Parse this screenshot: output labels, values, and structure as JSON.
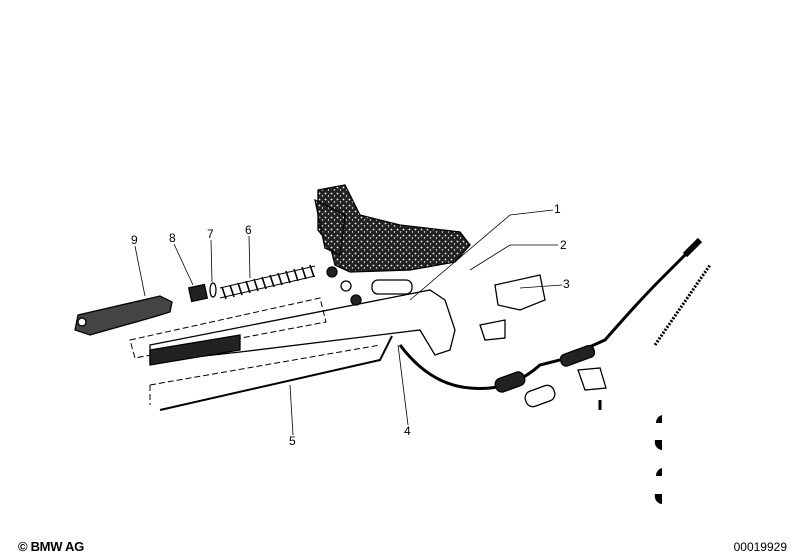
{
  "diagram": {
    "callouts": [
      "1",
      "2",
      "3",
      "4",
      "5",
      "6",
      "7",
      "8",
      "9"
    ],
    "copyright": "© BMW AG",
    "image_number": "00019929"
  }
}
